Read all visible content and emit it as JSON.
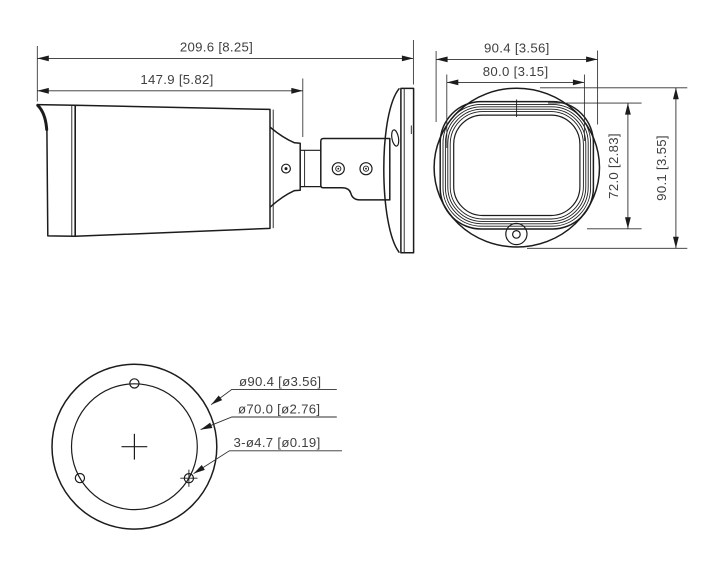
{
  "drawing": {
    "side_view": {
      "overall_length": "209.6 [8.25]",
      "body_length": "147.9 [5.82]"
    },
    "front_view": {
      "base_width": "90.4 [3.56]",
      "face_width": "80.0 [3.15]",
      "face_height": "72.0 [2.83]",
      "base_height": "90.1 [3.55]"
    },
    "bottom_view": {
      "outer_diameter": "ø90.4 [ø3.56]",
      "bolt_circle_diameter": "ø70.0 [ø2.76]",
      "mounting_holes": "3-ø4.7 [ø0.19]"
    }
  }
}
